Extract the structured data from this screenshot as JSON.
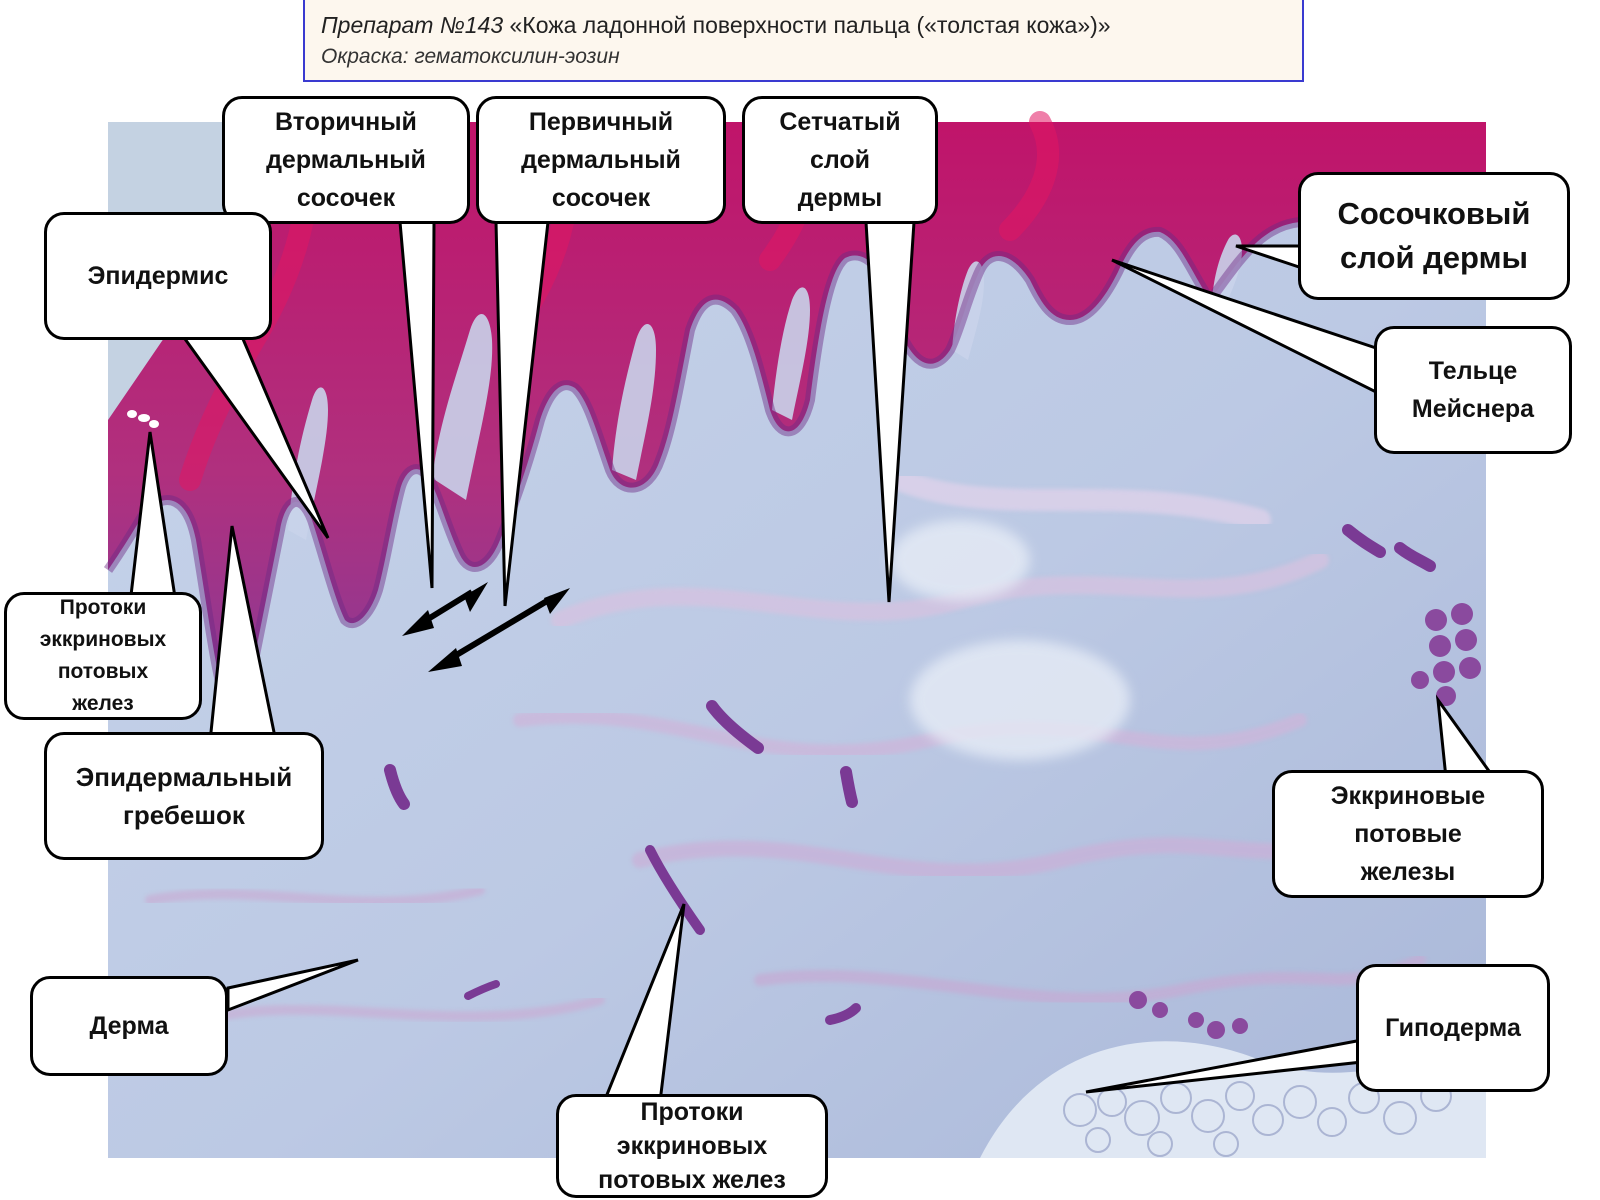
{
  "header": {
    "prep_label": "Препарат №143",
    "prep_title": "«Кожа ладонной поверхности пальца («толстая кожа»)»",
    "stain": "Окраска: гематоксилин-эозин"
  },
  "labels": {
    "secondary_papilla": [
      "Вторичный",
      "дермальный",
      "сосочек"
    ],
    "primary_papilla": [
      "Первичный",
      "дермальный",
      "сосочек"
    ],
    "reticular_layer": [
      "Сетчатый",
      "слой",
      "дермы"
    ],
    "papillary_layer": [
      "Сосочковый",
      "слой дермы"
    ],
    "epidermis": [
      "Эпидермис"
    ],
    "meissner": [
      "Тельце",
      "Мейснера"
    ],
    "ducts_left": [
      "Протоки",
      "эккриновых",
      "потовых",
      "желез"
    ],
    "epidermal_ridge": [
      "Эпидермальный",
      "гребешок"
    ],
    "eccrine_glands": [
      "Эккриновые",
      "потовые",
      "железы"
    ],
    "dermis": [
      "Дерма"
    ],
    "hypodermis": [
      "Гиподерма"
    ],
    "ducts_bottom": [
      "Протоки",
      "эккриновых",
      "потовых желез"
    ]
  },
  "colors": {
    "epidermis": "#c2186b",
    "basal_layer": "#7e2a8a",
    "dermis": "#b8c8e2",
    "hypodermis": "#cfdbea",
    "header_border": "#3a3ad0",
    "header_bg": "#fdf7ee"
  }
}
